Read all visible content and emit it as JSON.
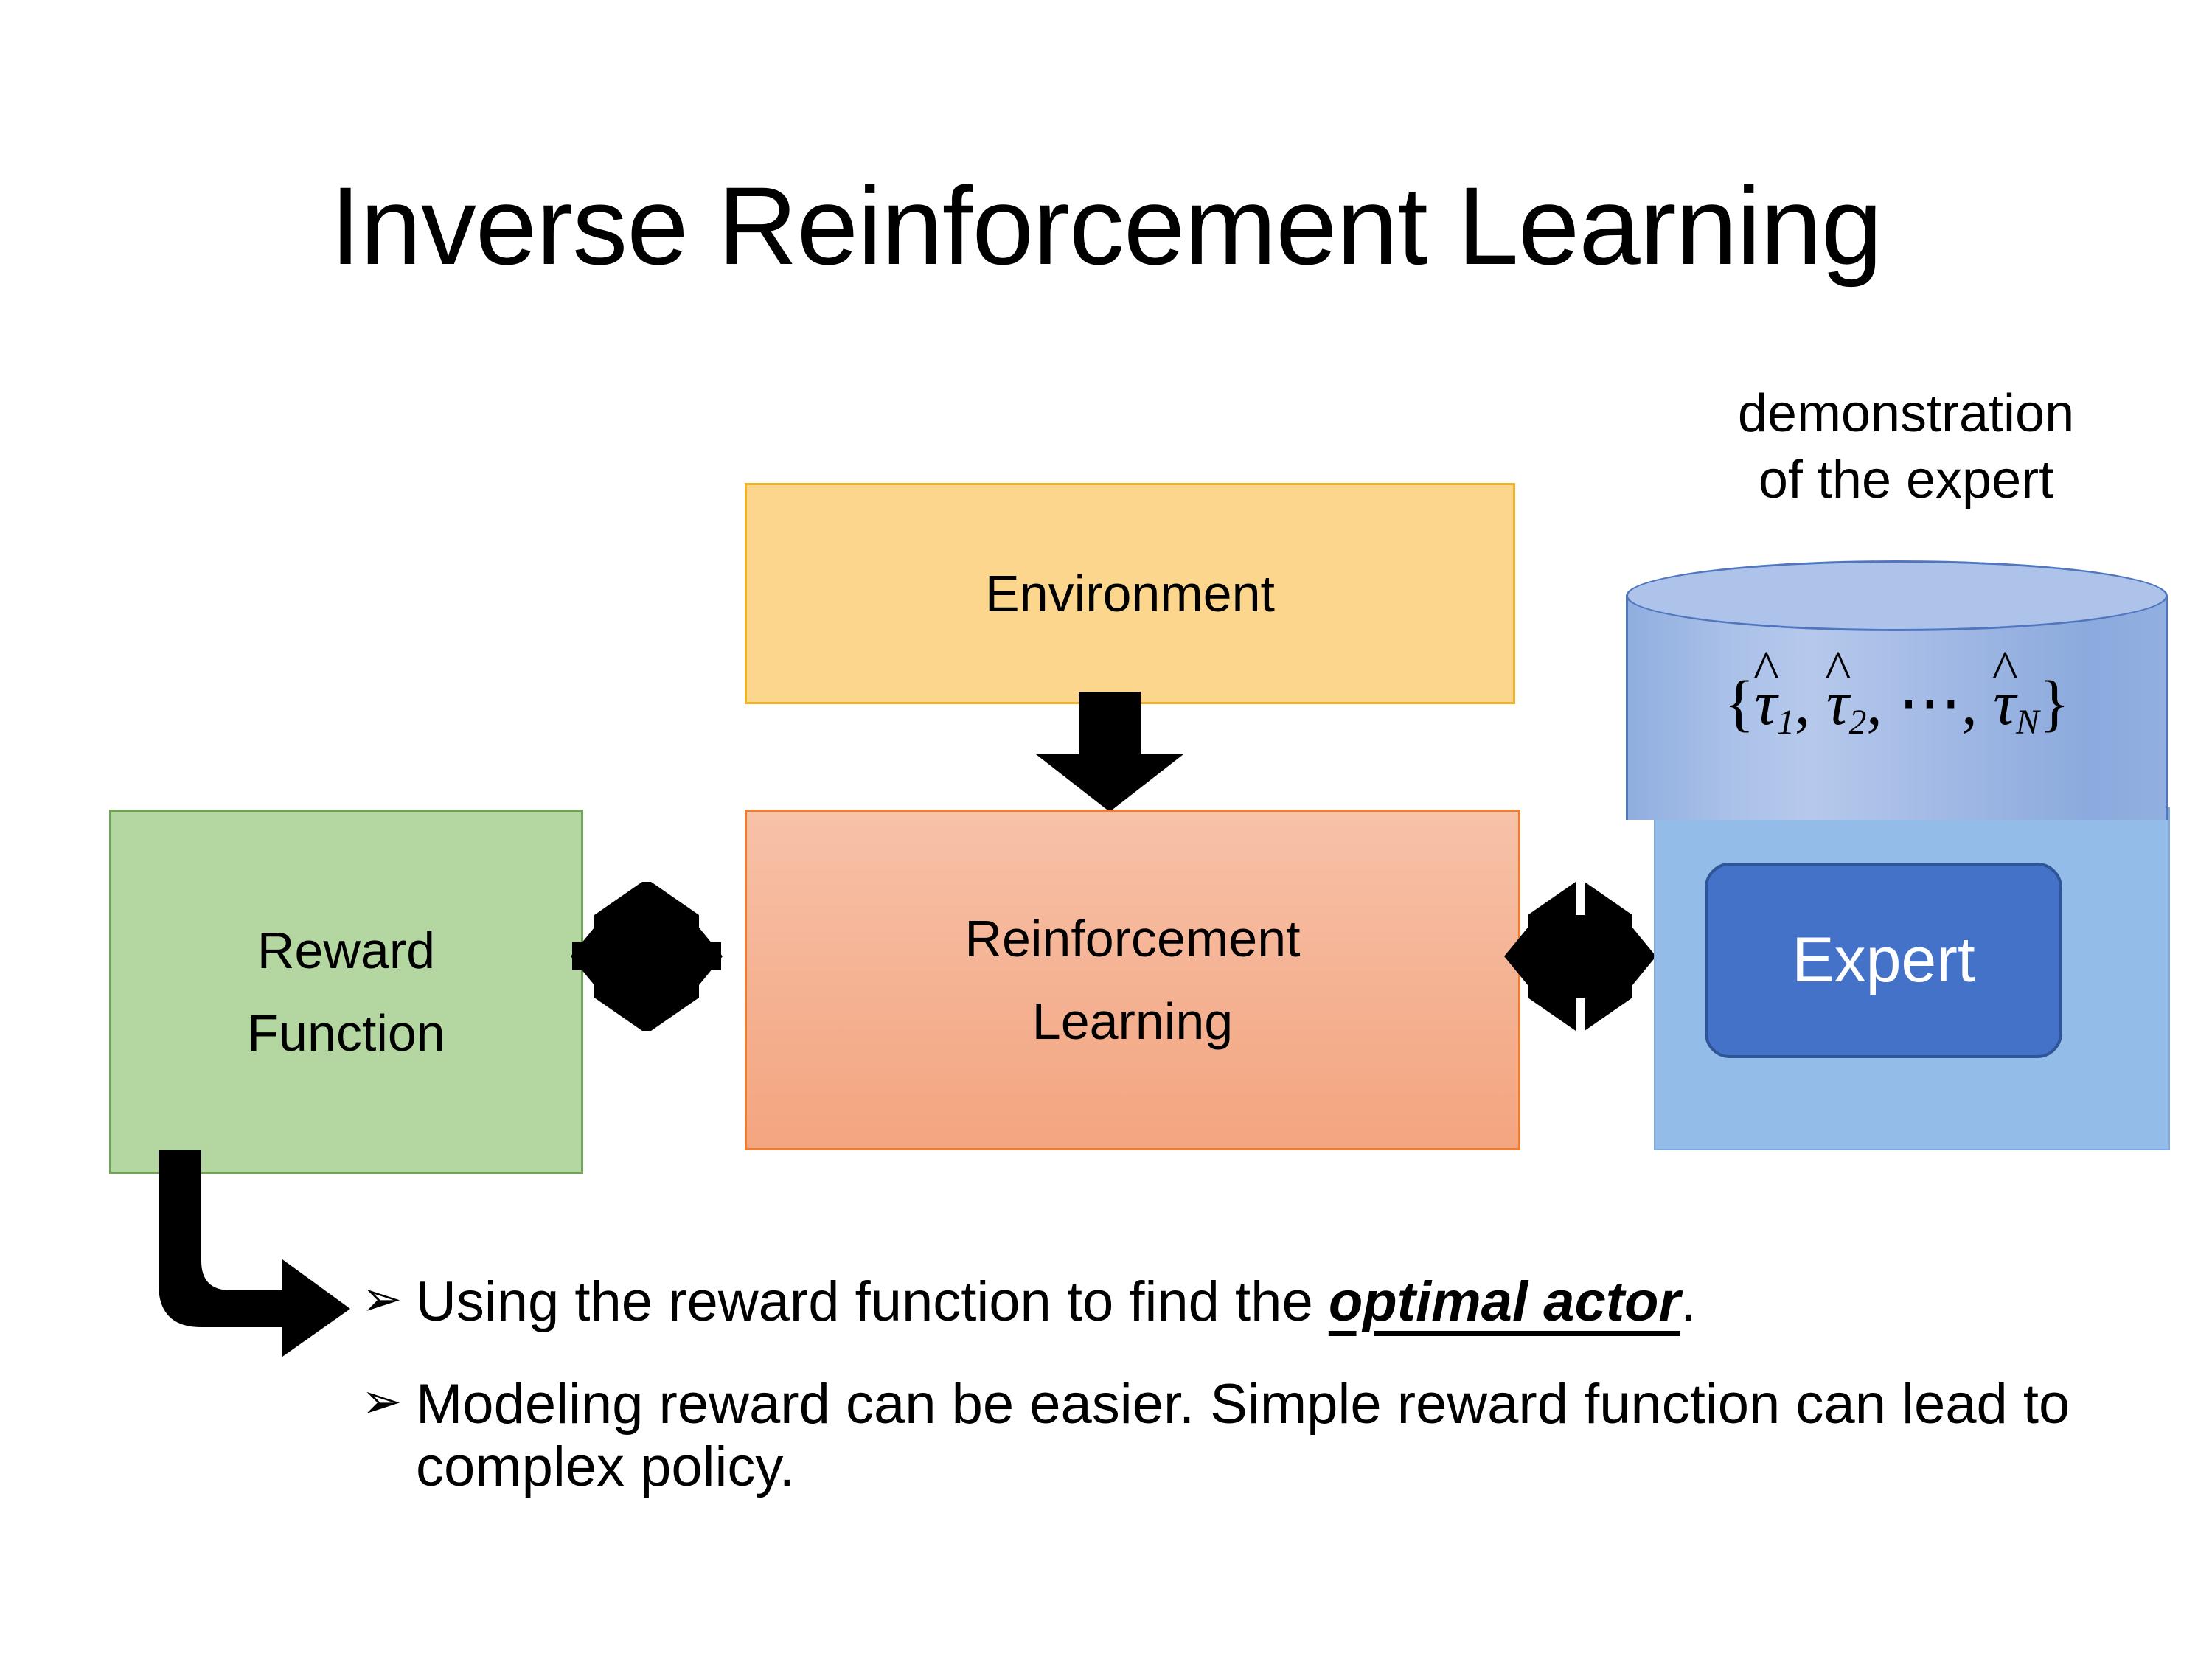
{
  "slide": {
    "title": "Inverse Reinforcement Learning",
    "background_color": "#FFFFFF"
  },
  "diagram": {
    "environment_box": {
      "label": "Environment",
      "fill_color": "#FCD68D",
      "border_color": "#F0B22A"
    },
    "reinforcement_learning_box": {
      "label_line1": "Reinforcement",
      "label_line2": "Learning",
      "fill_color_top": "#F7C2A8",
      "fill_color_bottom": "#F3A57F",
      "border_color": "#ED7D31"
    },
    "reward_function_box": {
      "label_line1": "Reward",
      "label_line2": "Function",
      "fill_color": "#B4D6A1",
      "border_color": "#70A357"
    },
    "demonstration": {
      "caption_line1": "demonstration",
      "caption_line2": "of the expert",
      "formula": "{τ̂₁, τ̂₂, ⋯, τ̂N}",
      "formula_parts": {
        "open_brace": "{",
        "tau": "τ",
        "sub1": "1",
        "sub2": "2",
        "ellipsis": "⋯",
        "subN": "N",
        "comma": ",",
        "close_brace": "}"
      },
      "cylinder_fill_color": "#A9C0E8",
      "cylinder_border_color": "#4F76BE"
    },
    "expert_panel": {
      "fill_color": "#93BCE8"
    },
    "expert_button": {
      "label": "Expert",
      "fill_color": "#4472C8",
      "border_color": "#2F5597",
      "text_color": "#FFFFFF"
    },
    "arrows": [
      {
        "name": "environment-to-rl-arrow",
        "direction": "down",
        "color": "#000000"
      },
      {
        "name": "reward-rl-arrow",
        "direction": "four-way",
        "color": "#000000"
      },
      {
        "name": "rl-expert-arrow",
        "direction": "four-way",
        "color": "#000000"
      },
      {
        "name": "reward-to-bullets-arrow",
        "direction": "bent-down-right",
        "color": "#000000"
      }
    ]
  },
  "bullets": [
    {
      "marker": "➢",
      "text_before": "Using the reward function to find the ",
      "emphasis": "optimal actor",
      "text_after": "."
    },
    {
      "marker": "➢",
      "text_before": "Modeling reward can be easier. Simple reward function can lead to complex policy.",
      "emphasis": "",
      "text_after": ""
    }
  ]
}
